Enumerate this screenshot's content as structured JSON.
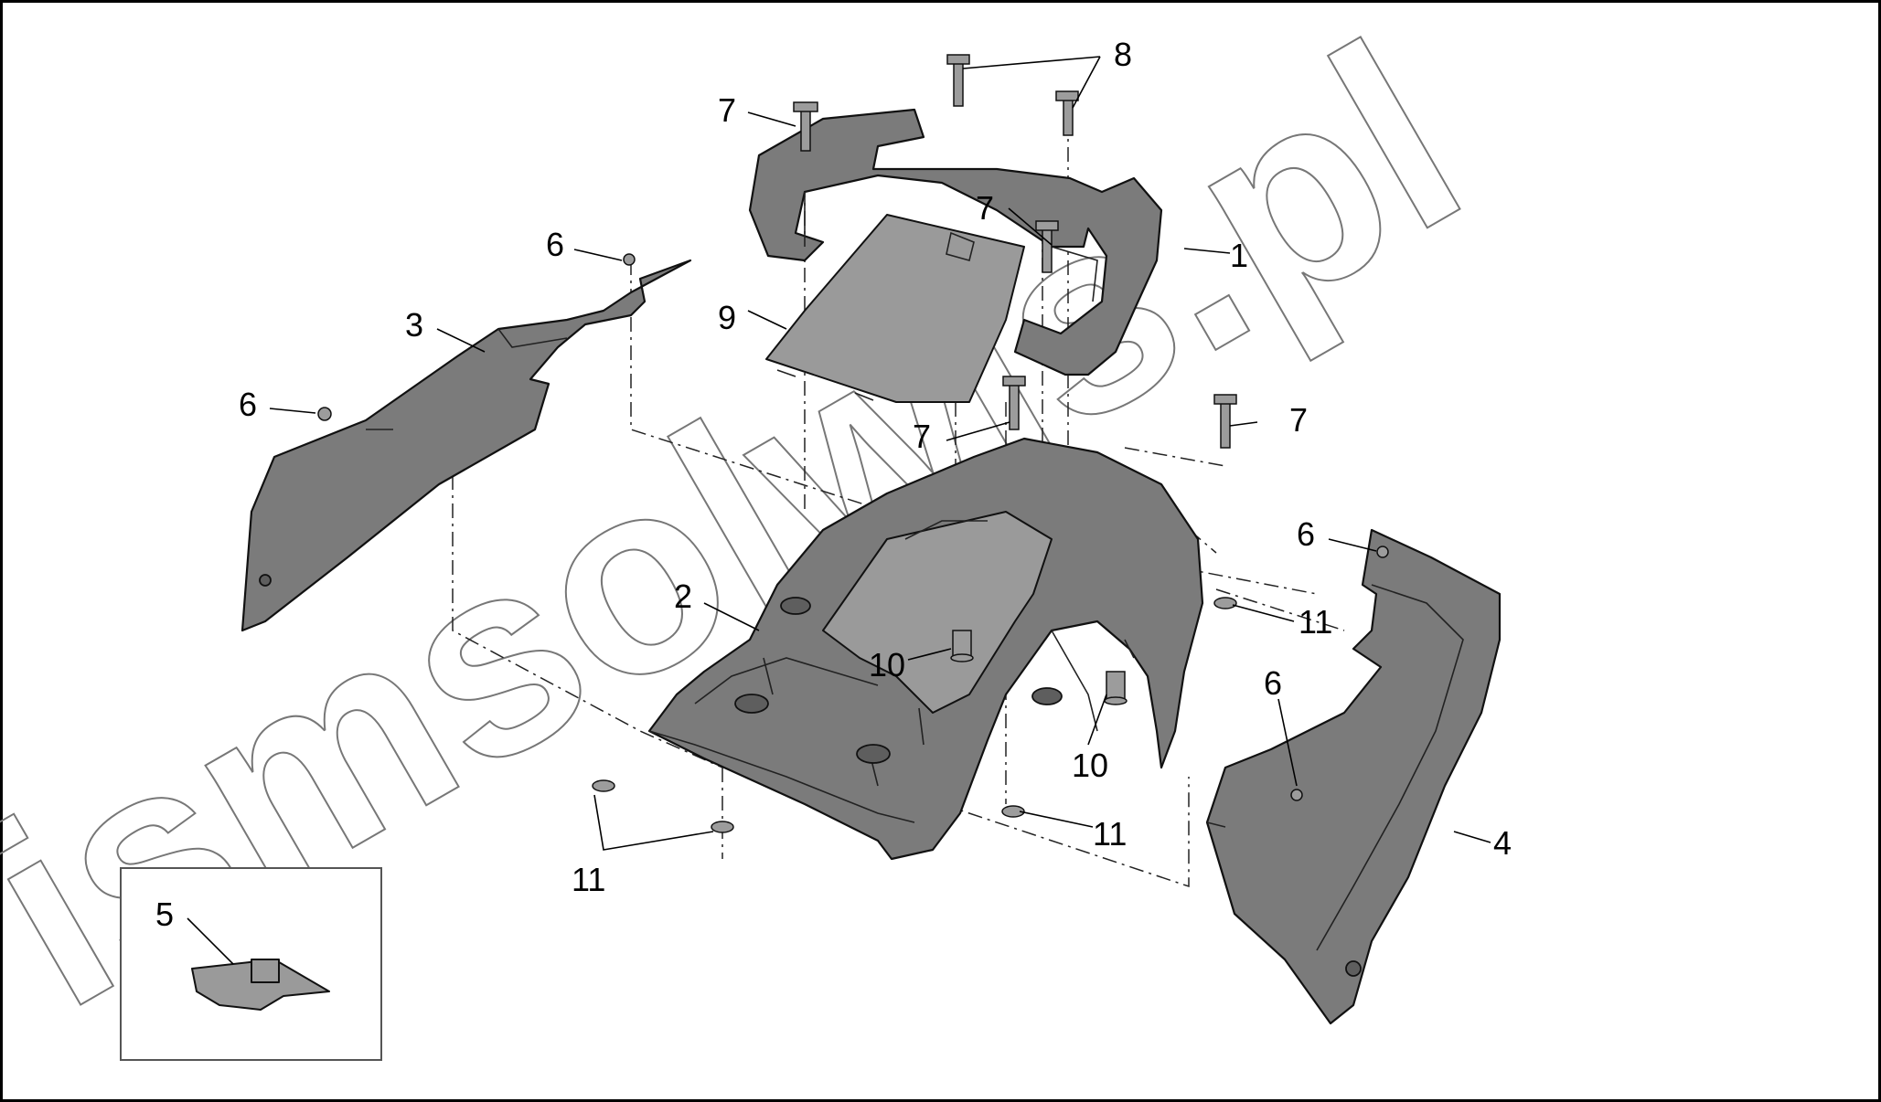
{
  "watermark": "ismsolwis.pl",
  "callouts": {
    "c1": "1",
    "c2": "2",
    "c3": "3",
    "c4": "4",
    "c5": "5",
    "c6a": "6",
    "c6b": "6",
    "c6c": "6",
    "c6d": "6",
    "c7a": "7",
    "c7b": "7",
    "c7c": "7",
    "c7d": "7",
    "c8": "8",
    "c9": "9",
    "c10a": "10",
    "c10b": "10",
    "c11a": "11",
    "c11b": "11",
    "c11c": "11"
  }
}
